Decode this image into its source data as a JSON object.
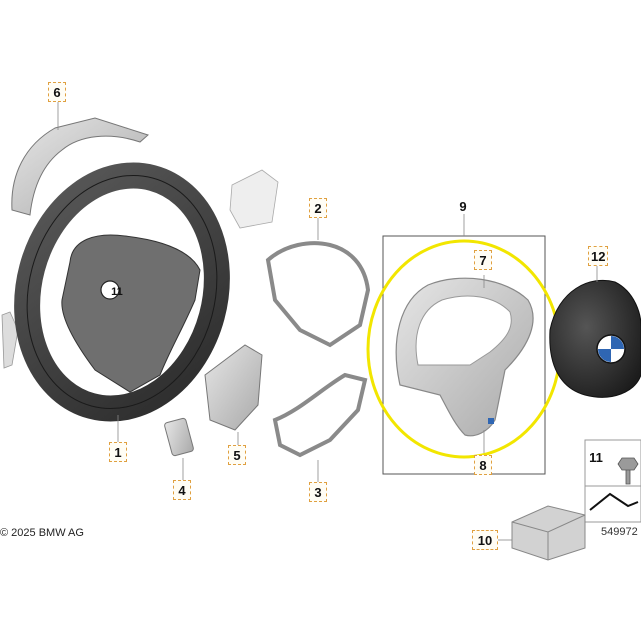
{
  "parts": [
    {
      "label": "1",
      "name": "steering-wheel"
    },
    {
      "label": "2",
      "name": "wiring-harness-upper"
    },
    {
      "label": "3",
      "name": "wiring-harness-lower"
    },
    {
      "label": "4",
      "name": "connector"
    },
    {
      "label": "5",
      "name": "bracket-plate"
    },
    {
      "label": "6",
      "name": "trim-cover"
    },
    {
      "label": "7",
      "name": "trim-frame"
    },
    {
      "label": "8",
      "name": "trim-frame-bottom"
    },
    {
      "label": "9",
      "name": "trim-set"
    },
    {
      "label": "10",
      "name": "box-package"
    },
    {
      "label": "11",
      "name": "hex-bolt"
    },
    {
      "label": "12",
      "name": "airbag-module"
    }
  ],
  "hub_label": "11",
  "copyright": "© 2025 BMW AG",
  "diagram_id": "549972",
  "highlight_color": "#f2e600"
}
